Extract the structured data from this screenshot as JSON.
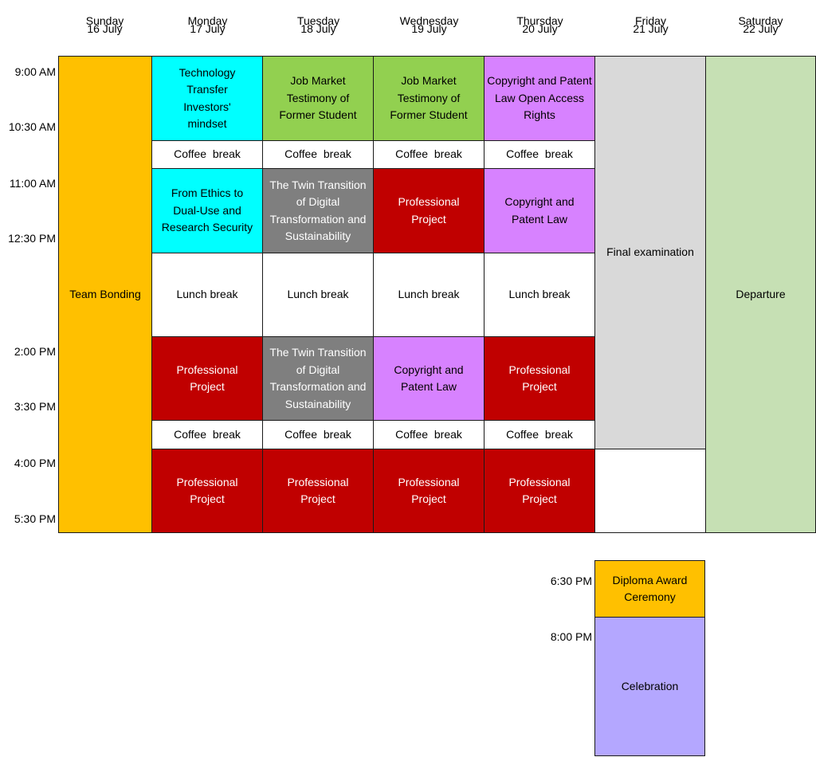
{
  "days": [
    {
      "day": "Sunday",
      "date": "16 July"
    },
    {
      "day": "Monday",
      "date": "17 July"
    },
    {
      "day": "Tuesday",
      "date": "18 July"
    },
    {
      "day": "Wednesday",
      "date": "19 July"
    },
    {
      "day": "Thursday",
      "date": "20 July"
    },
    {
      "day": "Friday",
      "date": "21 July"
    },
    {
      "day": "Saturday",
      "date": "22  July"
    }
  ],
  "times": [
    "9:00 AM",
    "10:30 AM",
    "11:00 AM",
    "12:30 PM",
    "2:00 PM",
    "3:30 PM",
    "4:00 PM",
    "5:30 PM"
  ],
  "evening_times": [
    "6:30 PM",
    "8:00 PM"
  ],
  "labels": {
    "team_bonding": "Team Bonding",
    "tech_transfer": "Technology Transfer Investors' mindset",
    "job_market": "Job Market Testimony of Former Student",
    "copyright_open": "Copyright and Patent Law Open Access Rights",
    "copyright": "Copyright and Patent Law",
    "coffee": "Coffee  break",
    "ethics": "From Ethics to Dual-Use and Research Security",
    "twin": "The Twin Transition of Digital Transformation and Sustainability",
    "professional": "Professional Project",
    "lunch": "Lunch break",
    "final_exam": "Final examination",
    "departure": "Departure",
    "diploma": "Diploma Award Ceremony",
    "celebration": "Celebration"
  },
  "colors": {
    "orange": "#ffc000",
    "cyan": "#00ffff",
    "green": "#92d050",
    "violet": "#d782ff",
    "light_grey": "#d9d9d9",
    "sage": "#c6e0b4",
    "red": "#c00000",
    "dark_grey": "#7f7f7f",
    "lavender": "#b4a7ff"
  }
}
